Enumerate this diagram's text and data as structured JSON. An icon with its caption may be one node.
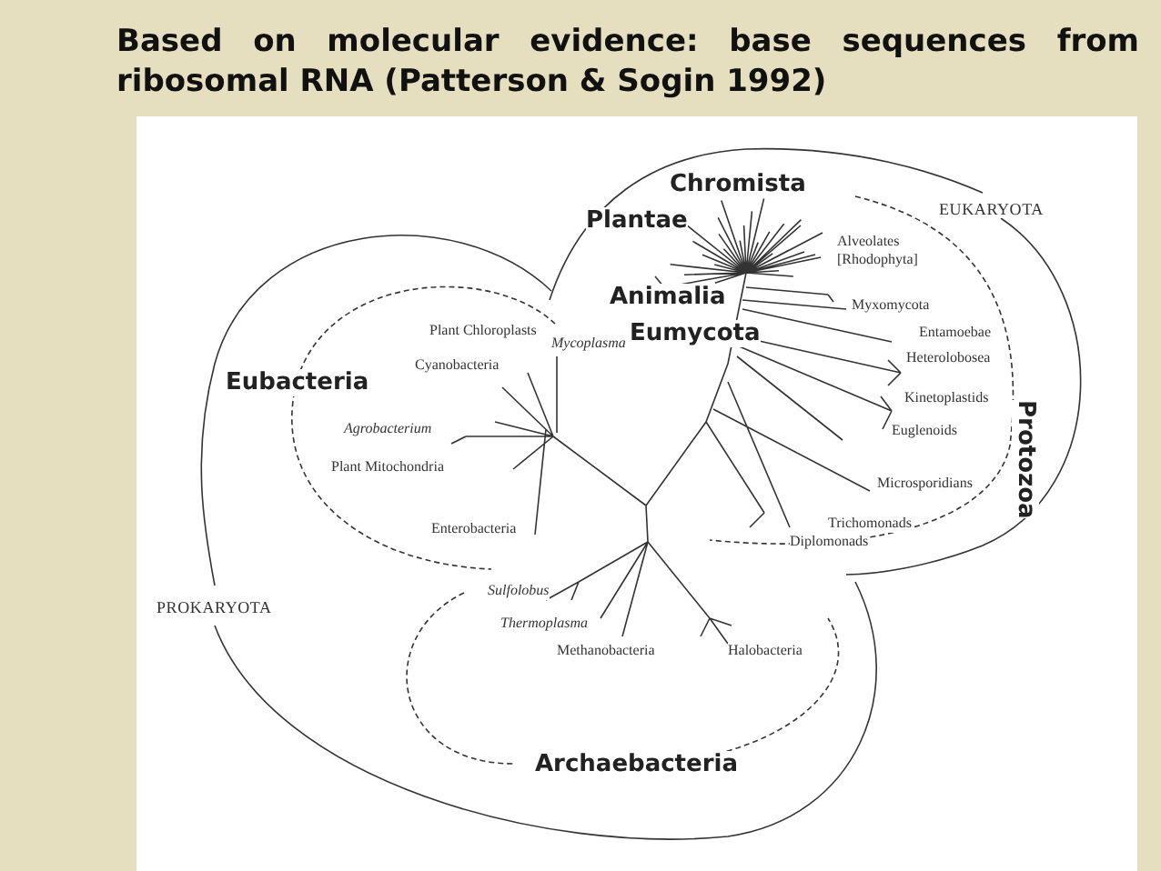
{
  "diagram": {
    "title": "Based on molecular evidence: base sequences from ribosomal RNA (Patterson & Sogin 1992)",
    "labels": [
      "Chromista",
      "EUKARYOTA",
      "Plantae",
      "Alveolates [Rhodophyta]",
      "Animalia",
      "Myxomycota",
      "Plant Chloroplasts",
      "Mycoplasma",
      "Eumycota",
      "Entamoebae",
      "Heterolobosea",
      "Cyanobacteria",
      "Eubacteria",
      "Protozoa",
      "Kinetoplastids",
      "Agrobacterium",
      "Euglenoids",
      "Plant Mitochondria",
      "Microsporidians",
      "Trichomonads",
      "Enterobacteria",
      "Diplomonads",
      "Sulfolobus",
      "PROKARYOTA",
      "Thermoplasma",
      "Methanobacteria",
      "Halobacteria",
      "Archaebacteria"
    ]
  }
}
